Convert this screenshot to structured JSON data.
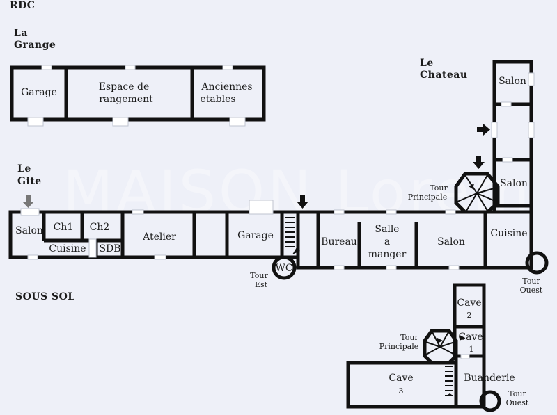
{
  "headings": {
    "rdc": "RDC",
    "grange_l1": "La",
    "grange_l2": "Grange",
    "chateau_l1": "Le",
    "chateau_l2": "Chateau",
    "gite_l1": "Le",
    "gite_l2": "Gite",
    "sous_sol": "SOUS SOL"
  },
  "grange": {
    "garage": "Garage",
    "espace_l1": "Espace de",
    "espace_l2": "rangement",
    "anciennes_l1": "Anciennes",
    "anciennes_l2": "etables"
  },
  "gite": {
    "salon": "Salon",
    "ch1": "Ch1",
    "ch2": "Ch2",
    "cuisine": "Cuisine",
    "sdb": "SDB",
    "atelier": "Atelier",
    "garage": "Garage"
  },
  "chateau": {
    "wc": "WC",
    "tour_est_l1": "Tour",
    "tour_est_l2": "Est",
    "bureau": "Bureau",
    "salle_l1": "Salle",
    "salle_l2": "a",
    "salle_l3": "manger",
    "salon_main": "Salon",
    "cuisine": "Cuisine",
    "tour_ouest_l1": "Tour",
    "tour_ouest_l2": "Ouest",
    "tour_principale_l1": "Tour",
    "tour_principale_l2": "Principale",
    "salon_mid": "Salon",
    "salon_top": "Salon"
  },
  "sous_sol": {
    "cave2_l1": "Cave",
    "cave2_l2": "2",
    "cave1_l1": "Cave",
    "cave1_l2": "1",
    "tour_principale_l1": "Tour",
    "tour_principale_l2": "Principale",
    "cave3_l1": "Cave",
    "cave3_l2": "3",
    "buanderie": "Buanderie",
    "tour_ouest_l1": "Tour",
    "tour_ouest_l2": "Ouest"
  },
  "watermark": "MAISON Lorem",
  "colors": {
    "background": "#eef0f8",
    "walls": "#111111",
    "window": "#ffffff"
  }
}
